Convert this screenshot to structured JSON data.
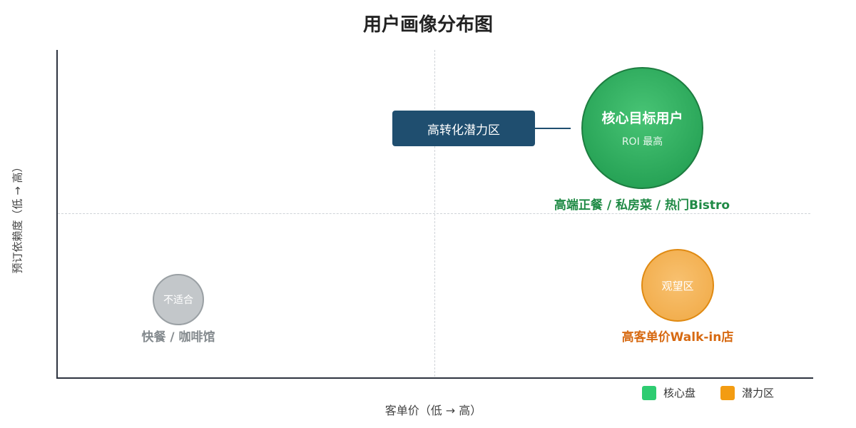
{
  "title": "用户画像分布图",
  "axes": {
    "x_label": "客单价（低 → 高）",
    "y_label": "预订依赖度（低 → 高）"
  },
  "callout": {
    "label": "高转化潜力区"
  },
  "quadrants": {
    "core": {
      "title": "核心目标用户",
      "subtitle": "ROI 最高",
      "caption": "高端正餐 / 私房菜 / 热门Bistro",
      "color": "#27a356"
    },
    "watch": {
      "title": "观望区",
      "caption": "高客单价Walk-in店",
      "color": "#f0a843"
    },
    "unfit": {
      "title": "不适合",
      "caption": "快餐 / 咖啡馆",
      "color": "#c3c7ca"
    }
  },
  "legend": [
    {
      "label": "核心盘",
      "color": "#2ecc71"
    },
    {
      "label": "潜力区",
      "color": "#f39c12"
    }
  ]
}
